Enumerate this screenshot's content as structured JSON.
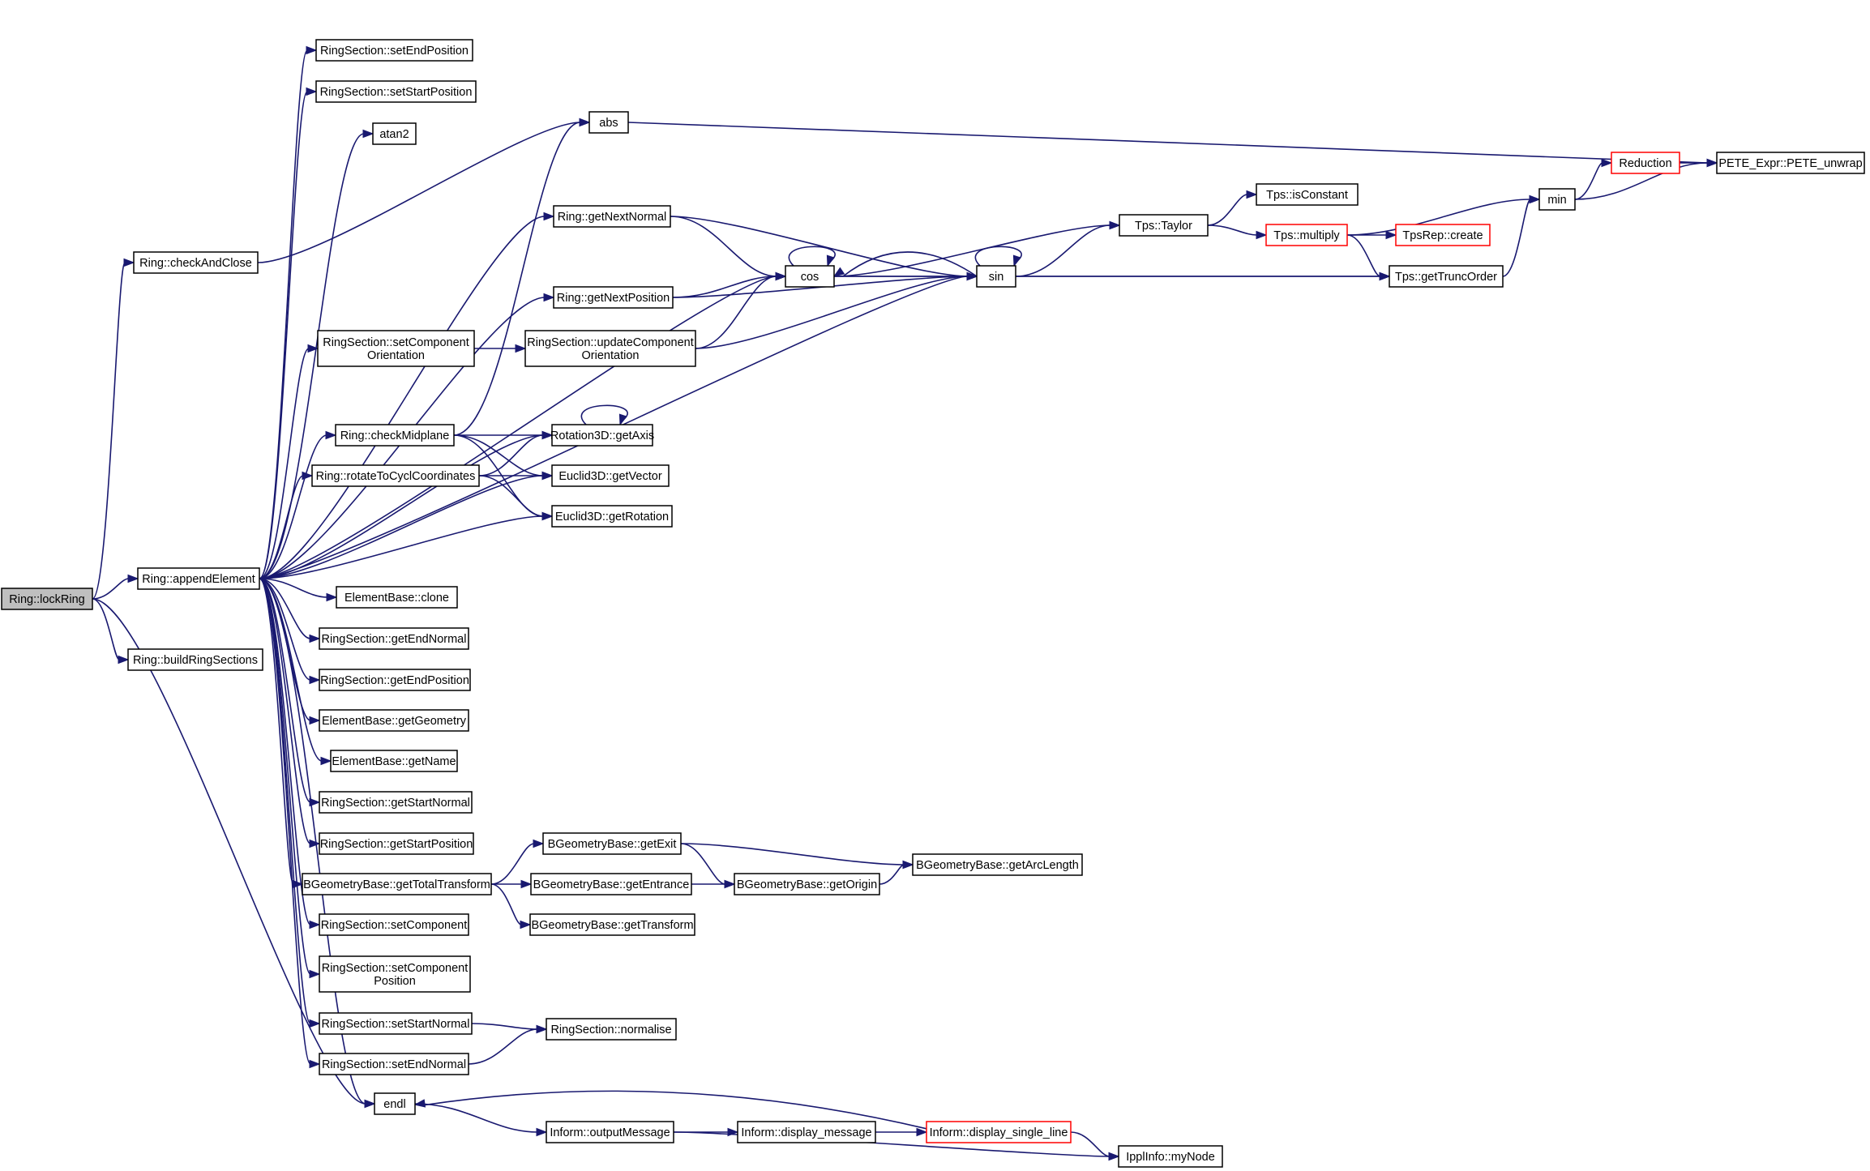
{
  "graph": {
    "nodes": [
      {
        "id": "lockRing",
        "lines": [
          "Ring::lockRing"
        ],
        "style": "root"
      },
      {
        "id": "checkAndClose",
        "lines": [
          "Ring::checkAndClose"
        ]
      },
      {
        "id": "appendElement",
        "lines": [
          "Ring::appendElement"
        ]
      },
      {
        "id": "buildRingSections",
        "lines": [
          "Ring::buildRingSections"
        ]
      },
      {
        "id": "endl",
        "lines": [
          "endl"
        ]
      },
      {
        "id": "setEndPosition",
        "lines": [
          "RingSection::setEndPosition"
        ]
      },
      {
        "id": "setStartPosition",
        "lines": [
          "RingSection::setStartPosition"
        ]
      },
      {
        "id": "atan2",
        "lines": [
          "atan2"
        ]
      },
      {
        "id": "abs",
        "lines": [
          "abs"
        ]
      },
      {
        "id": "getNextNormal",
        "lines": [
          "Ring::getNextNormal"
        ]
      },
      {
        "id": "getNextPosition",
        "lines": [
          "Ring::getNextPosition"
        ]
      },
      {
        "id": "setCompOrient",
        "lines": [
          "RingSection::setComponent",
          "Orientation"
        ]
      },
      {
        "id": "updCompOrient",
        "lines": [
          "RingSection::updateComponent",
          "Orientation"
        ]
      },
      {
        "id": "checkMidplane",
        "lines": [
          "Ring::checkMidplane"
        ]
      },
      {
        "id": "rotateToCycl",
        "lines": [
          "Ring::rotateToCyclCoordinates"
        ]
      },
      {
        "id": "getAxis",
        "lines": [
          "Rotation3D::getAxis"
        ]
      },
      {
        "id": "getVector",
        "lines": [
          "Euclid3D::getVector"
        ]
      },
      {
        "id": "getRotation",
        "lines": [
          "Euclid3D::getRotation"
        ]
      },
      {
        "id": "cos",
        "lines": [
          "cos"
        ]
      },
      {
        "id": "sin",
        "lines": [
          "sin"
        ]
      },
      {
        "id": "taylor",
        "lines": [
          "Tps::Taylor"
        ]
      },
      {
        "id": "isConstant",
        "lines": [
          "Tps::isConstant"
        ]
      },
      {
        "id": "multiply",
        "lines": [
          "Tps::multiply"
        ],
        "style": "red"
      },
      {
        "id": "tpsRepCreate",
        "lines": [
          "TpsRep::create"
        ],
        "style": "red"
      },
      {
        "id": "getTruncOrder",
        "lines": [
          "Tps::getTruncOrder"
        ]
      },
      {
        "id": "min",
        "lines": [
          "min"
        ]
      },
      {
        "id": "reduction",
        "lines": [
          "Reduction"
        ],
        "style": "red"
      },
      {
        "id": "peteUnwrap",
        "lines": [
          "PETE_Expr::PETE_unwrap"
        ]
      },
      {
        "id": "clone",
        "lines": [
          "ElementBase::clone"
        ]
      },
      {
        "id": "getEndNormal",
        "lines": [
          "RingSection::getEndNormal"
        ]
      },
      {
        "id": "getEndPosition",
        "lines": [
          "RingSection::getEndPosition"
        ]
      },
      {
        "id": "getGeometry",
        "lines": [
          "ElementBase::getGeometry"
        ]
      },
      {
        "id": "getName",
        "lines": [
          "ElementBase::getName"
        ]
      },
      {
        "id": "getStartNormal",
        "lines": [
          "RingSection::getStartNormal"
        ]
      },
      {
        "id": "getStartPosition",
        "lines": [
          "RingSection::getStartPosition"
        ]
      },
      {
        "id": "getTotalTransform",
        "lines": [
          "BGeometryBase::getTotalTransform"
        ]
      },
      {
        "id": "getExit",
        "lines": [
          "BGeometryBase::getExit"
        ]
      },
      {
        "id": "getEntrance",
        "lines": [
          "BGeometryBase::getEntrance"
        ]
      },
      {
        "id": "getTransform",
        "lines": [
          "BGeometryBase::getTransform"
        ]
      },
      {
        "id": "getOrigin",
        "lines": [
          "BGeometryBase::getOrigin"
        ]
      },
      {
        "id": "getArcLength",
        "lines": [
          "BGeometryBase::getArcLength"
        ]
      },
      {
        "id": "setComponent",
        "lines": [
          "RingSection::setComponent"
        ]
      },
      {
        "id": "setCompPos",
        "lines": [
          "RingSection::setComponent",
          "Position"
        ]
      },
      {
        "id": "setStartNormal",
        "lines": [
          "RingSection::setStartNormal"
        ]
      },
      {
        "id": "setEndNormal",
        "lines": [
          "RingSection::setEndNormal"
        ]
      },
      {
        "id": "normalise",
        "lines": [
          "RingSection::normalise"
        ]
      },
      {
        "id": "outputMessage",
        "lines": [
          "Inform::outputMessage"
        ]
      },
      {
        "id": "displayMessage",
        "lines": [
          "Inform::display_message"
        ]
      },
      {
        "id": "displaySingleLine",
        "lines": [
          "Inform::display_single_line"
        ],
        "style": "red"
      },
      {
        "id": "myNode",
        "lines": [
          "IpplInfo::myNode"
        ]
      }
    ],
    "edges": [
      [
        "lockRing",
        "checkAndClose"
      ],
      [
        "lockRing",
        "appendElement"
      ],
      [
        "lockRing",
        "buildRingSections"
      ],
      [
        "lockRing",
        "endl"
      ],
      [
        "checkAndClose",
        "abs"
      ],
      [
        "appendElement",
        "setEndPosition"
      ],
      [
        "appendElement",
        "setStartPosition"
      ],
      [
        "appendElement",
        "atan2"
      ],
      [
        "appendElement",
        "sin"
      ],
      [
        "appendElement",
        "getNextNormal"
      ],
      [
        "appendElement",
        "cos"
      ],
      [
        "appendElement",
        "getNextPosition"
      ],
      [
        "appendElement",
        "setCompOrient"
      ],
      [
        "appendElement",
        "getAxis"
      ],
      [
        "appendElement",
        "checkMidplane"
      ],
      [
        "appendElement",
        "rotateToCycl"
      ],
      [
        "appendElement",
        "getVector"
      ],
      [
        "appendElement",
        "getRotation"
      ],
      [
        "appendElement",
        "clone"
      ],
      [
        "appendElement",
        "getEndNormal"
      ],
      [
        "appendElement",
        "getEndPosition"
      ],
      [
        "appendElement",
        "getGeometry"
      ],
      [
        "appendElement",
        "getName"
      ],
      [
        "appendElement",
        "getStartNormal"
      ],
      [
        "appendElement",
        "getStartPosition"
      ],
      [
        "appendElement",
        "getTotalTransform"
      ],
      [
        "appendElement",
        "setComponent"
      ],
      [
        "appendElement",
        "setCompPos"
      ],
      [
        "appendElement",
        "setStartNormal"
      ],
      [
        "appendElement",
        "setEndNormal"
      ],
      [
        "appendElement",
        "endl"
      ],
      [
        "abs",
        "peteUnwrap"
      ],
      [
        "getNextNormal",
        "cos"
      ],
      [
        "getNextNormal",
        "sin"
      ],
      [
        "getNextPosition",
        "cos"
      ],
      [
        "getNextPosition",
        "sin"
      ],
      [
        "setCompOrient",
        "updCompOrient"
      ],
      [
        "updCompOrient",
        "cos"
      ],
      [
        "updCompOrient",
        "sin"
      ],
      [
        "checkMidplane",
        "abs"
      ],
      [
        "checkMidplane",
        "getAxis"
      ],
      [
        "checkMidplane",
        "getVector"
      ],
      [
        "checkMidplane",
        "getRotation"
      ],
      [
        "rotateToCycl",
        "getAxis"
      ],
      [
        "rotateToCycl",
        "getVector"
      ],
      [
        "rotateToCycl",
        "getRotation"
      ],
      [
        "getAxis",
        "getAxis"
      ],
      [
        "cos",
        "cos"
      ],
      [
        "cos",
        "sin"
      ],
      [
        "cos",
        "taylor"
      ],
      [
        "cos",
        "getTruncOrder"
      ],
      [
        "sin",
        "sin"
      ],
      [
        "sin",
        "cos"
      ],
      [
        "sin",
        "taylor"
      ],
      [
        "sin",
        "getTruncOrder"
      ],
      [
        "taylor",
        "isConstant"
      ],
      [
        "taylor",
        "multiply"
      ],
      [
        "multiply",
        "tpsRepCreate"
      ],
      [
        "multiply",
        "getTruncOrder"
      ],
      [
        "multiply",
        "min"
      ],
      [
        "getTruncOrder",
        "min"
      ],
      [
        "min",
        "reduction"
      ],
      [
        "min",
        "peteUnwrap"
      ],
      [
        "reduction",
        "peteUnwrap"
      ],
      [
        "getTotalTransform",
        "getExit"
      ],
      [
        "getTotalTransform",
        "getEntrance"
      ],
      [
        "getTotalTransform",
        "getTransform"
      ],
      [
        "getExit",
        "getOrigin"
      ],
      [
        "getExit",
        "getArcLength"
      ],
      [
        "getEntrance",
        "getOrigin"
      ],
      [
        "getOrigin",
        "getArcLength"
      ],
      [
        "setStartNormal",
        "normalise"
      ],
      [
        "setEndNormal",
        "normalise"
      ],
      [
        "endl",
        "outputMessage"
      ],
      [
        "outputMessage",
        "displayMessage"
      ],
      [
        "outputMessage",
        "myNode"
      ],
      [
        "displayMessage",
        "displaySingleLine"
      ],
      [
        "displaySingleLine",
        "endl"
      ],
      [
        "displaySingleLine",
        "myNode"
      ]
    ]
  }
}
